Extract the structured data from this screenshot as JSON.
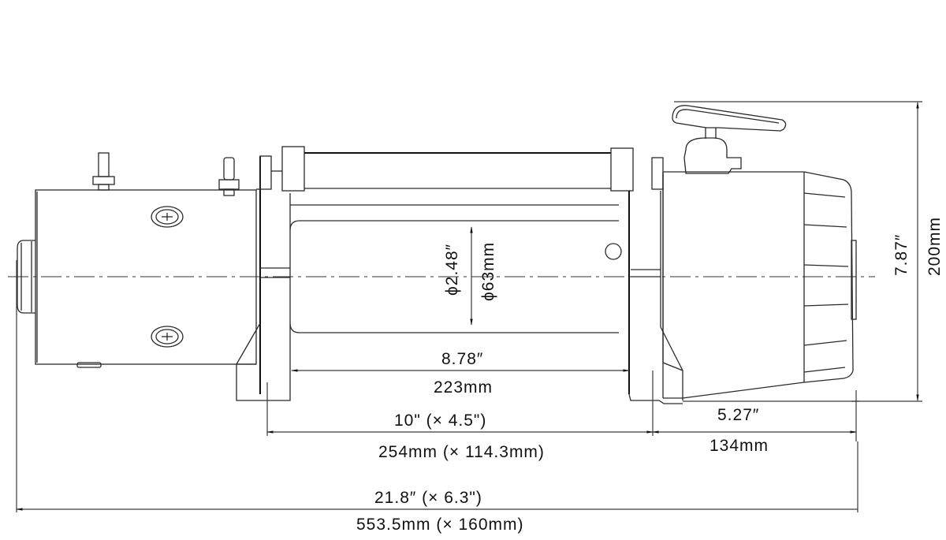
{
  "drawing": {
    "subject": "Electric winch side view with dimensions",
    "parts": [
      "motor",
      "motor-terminal-post-1",
      "motor-terminal-post-2",
      "motor-screw-top",
      "motor-screw-bottom",
      "end-cap",
      "left-end-bracket",
      "drum",
      "tie-bar",
      "right-end-bracket",
      "gearbox-housing",
      "clutch-handle",
      "gearbox-ribbed-cover"
    ]
  },
  "dimensions": {
    "drum_diameter_in": "ϕ2.48″",
    "drum_diameter_mm": "ϕ63mm",
    "drum_length_in": "8.78″",
    "drum_length_mm": "223mm",
    "mount_spacing_in": "10\" (× 4.5\")",
    "mount_spacing_mm": "254mm (× 114.3mm)",
    "gearbox_length_in": "5.27″",
    "gearbox_length_mm": "134mm",
    "overall_length_in": "21.8″ (× 6.3\")",
    "overall_length_mm": "553.5mm (× 160mm)",
    "height_in": "7.87″",
    "height_mm": "200mm"
  },
  "colors": {
    "line": "#2a2a2a",
    "background": "#ffffff"
  }
}
